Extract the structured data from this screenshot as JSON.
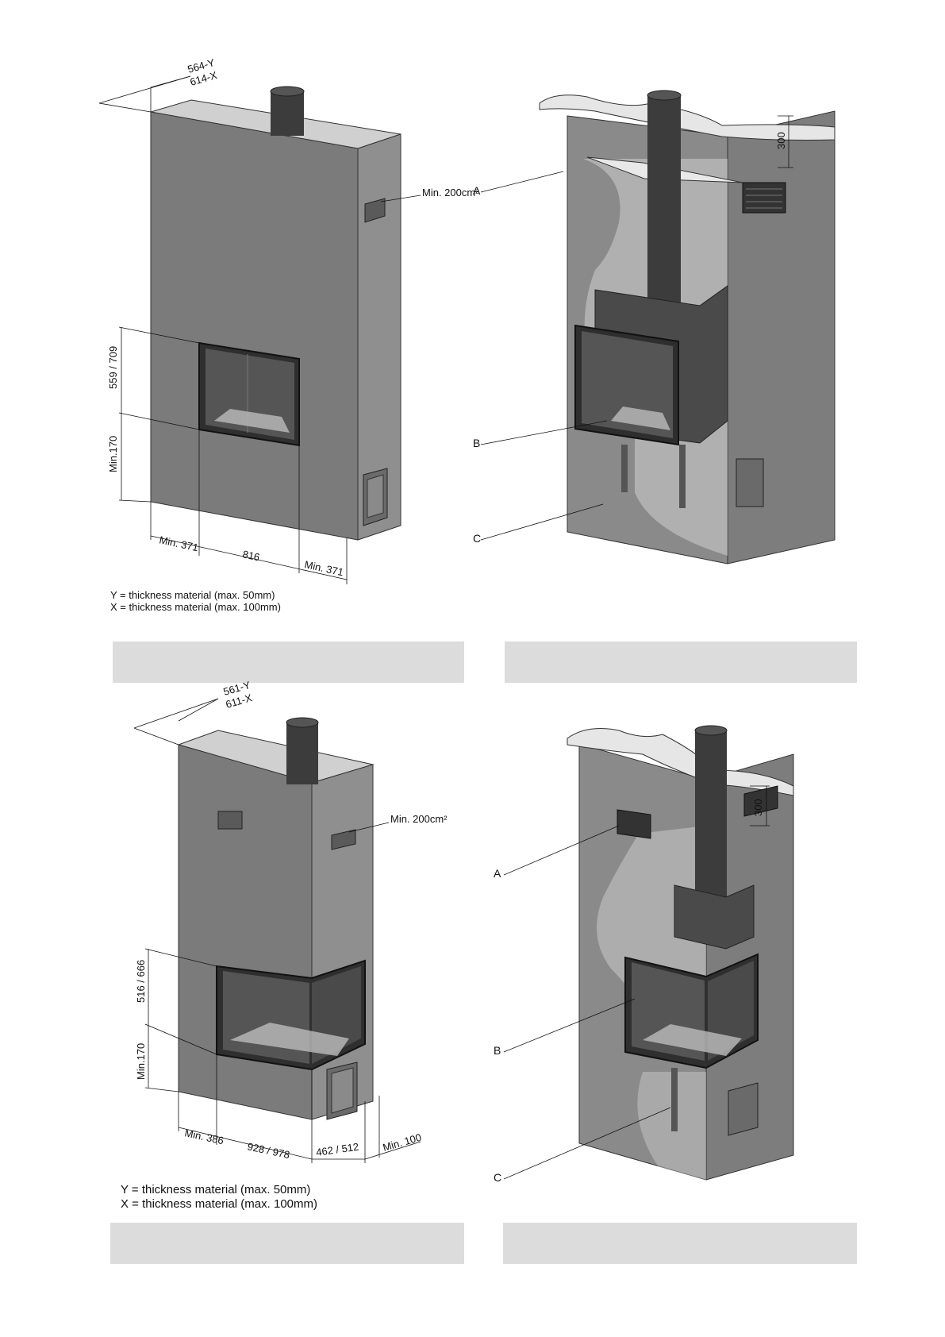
{
  "panels": [
    {
      "id": "top-left",
      "depth_top": "564-Y",
      "depth_bottom": "614-X",
      "vent": "Min. 200cm²",
      "height_opening": "559 / 709",
      "height_base": "Min.170",
      "width_left": "Min. 371",
      "width_center": "816",
      "width_right": "Min. 371",
      "note_y": "Y = thickness material (max. 50mm)",
      "note_x": "X = thickness material (max. 100mm)"
    },
    {
      "id": "top-right",
      "label_a": "A",
      "label_b": "B",
      "label_c": "C",
      "height": "300"
    },
    {
      "id": "bottom-left",
      "depth_top": "561-Y",
      "depth_bottom": "611-X",
      "vent": "Min. 200cm²",
      "height_opening": "516 / 666",
      "height_base": "Min.170",
      "width_left": "Min. 386",
      "width_center": "928 / 978",
      "width_side": "462 / 512",
      "width_right": "Min. 100",
      "note_y": "Y = thickness material (max. 50mm)",
      "note_x": "X = thickness material (max. 100mm)"
    },
    {
      "id": "bottom-right",
      "label_a": "A",
      "label_b": "B",
      "label_c": "C",
      "height": "300"
    }
  ],
  "colors": {
    "wall_front": "#7c7c7c",
    "wall_side": "#8e8e8e",
    "wall_top": "#cfcfcf",
    "inner": "#5e5e5e",
    "glass": "#3a3a3a",
    "pipe": "#3c3c3c",
    "caption": "#dcdcdc"
  }
}
